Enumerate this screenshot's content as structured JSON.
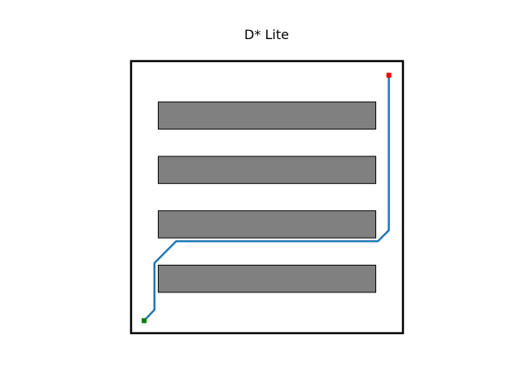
{
  "figure": {
    "title": "D* Lite"
  },
  "chart_data": {
    "type": "path-planning-grid",
    "title": "D* Lite",
    "xlim": [
      0,
      50
    ],
    "ylim": [
      0,
      50
    ],
    "obstacles": [
      {
        "x": [
          5,
          45
        ],
        "y": [
          7.5,
          12.5
        ]
      },
      {
        "x": [
          5,
          45
        ],
        "y": [
          17.5,
          22.5
        ]
      },
      {
        "x": [
          5,
          45
        ],
        "y": [
          27.5,
          32.5
        ]
      },
      {
        "x": [
          5,
          45
        ],
        "y": [
          37.5,
          42.5
        ]
      }
    ],
    "start": {
      "x": 2.4,
      "y": 2.3
    },
    "goal": {
      "x": 47.4,
      "y": 47.4
    },
    "path": [
      [
        2.4,
        2.3
      ],
      [
        4.3,
        4.3
      ],
      [
        4.3,
        12.9
      ],
      [
        8.3,
        16.9
      ],
      [
        45.4,
        16.9
      ],
      [
        47.4,
        18.9
      ],
      [
        47.4,
        47.4
      ]
    ],
    "colors": {
      "obstacle_fill": "#808080",
      "obstacle_edge": "#000000",
      "path": "#1f77b4",
      "start": "#008000",
      "goal": "#ff0000",
      "border": "#000000"
    }
  }
}
